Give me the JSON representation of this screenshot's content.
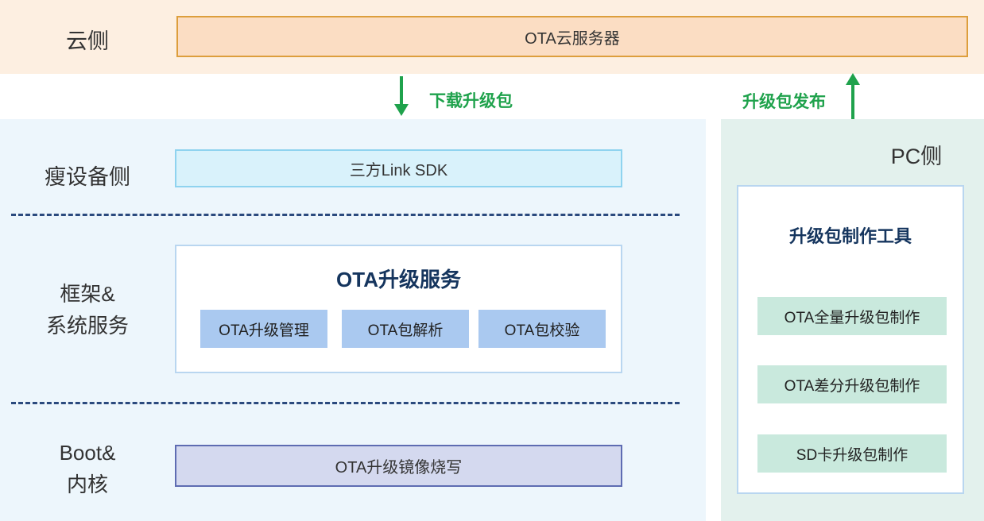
{
  "colors": {
    "band_bg": "#fdefe1",
    "cloud_fill": "#fbddc3",
    "cloud_border": "#dd9e3c",
    "green": "#1fa24c",
    "device_bg": "#edf6fc",
    "pc_bg": "#e3f1ed",
    "sdk_fill": "#d9f2fb",
    "sdk_border": "#8fd3ef",
    "box_border": "#b9d6f0",
    "navy": "#15355e",
    "chip_blue": "#aac9f0",
    "flash_fill": "#d4d9ef",
    "flash_border": "#5e6cb2",
    "chip_green": "#c9e9dd",
    "dash": "#2b4a7e",
    "text": "#333333"
  },
  "cloud_band": {
    "side_label": "云侧",
    "server_box": "OTA云服务器"
  },
  "flows": {
    "download_label": "下载升级包",
    "publish_label": "升级包发布"
  },
  "device_panel": {
    "side_label": "瘦设备侧",
    "sdk_box": "三方Link SDK",
    "framework_label_line1": "框架&",
    "framework_label_line2": "系统服务",
    "service_box": {
      "title": "OTA升级服务",
      "modules": [
        "OTA升级管理",
        "OTA包解析",
        "OTA包校验"
      ]
    },
    "boot_label_line1": "Boot&",
    "boot_label_line2": "内核",
    "flash_box": "OTA升级镜像烧写"
  },
  "pc_panel": {
    "side_label": "PC侧",
    "tool_box": {
      "title": "升级包制作工具",
      "modules": [
        "OTA全量升级包制作",
        "OTA差分升级包制作",
        "SD卡升级包制作"
      ]
    }
  }
}
